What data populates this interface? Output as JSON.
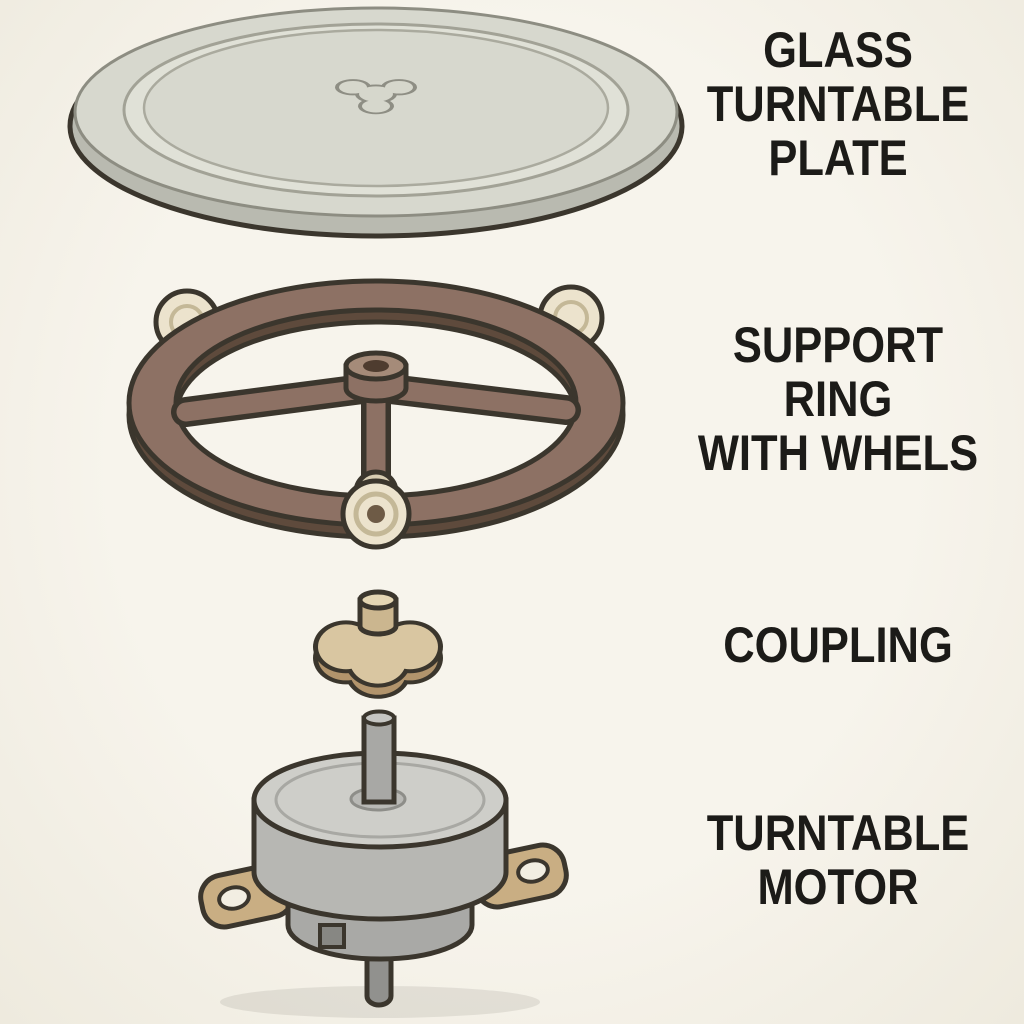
{
  "diagram_title": "",
  "labels": {
    "plate": "GLASS\nTURNTABLE\nPLATE",
    "ring": "SUPPORT\nRING\nWITH WHELS",
    "coupling": "COUPLING",
    "motor": "TURNTABLE\nMOTOR"
  },
  "parts": [
    {
      "id": "glass-turntable-plate",
      "label": "GLASS TURNTABLE PLATE"
    },
    {
      "id": "support-ring-with-whels",
      "label": "SUPPORT RING WITH WHELS"
    },
    {
      "id": "coupling",
      "label": "COUPLING"
    },
    {
      "id": "turntable-motor",
      "label": "TURNTABLE MOTOR"
    }
  ],
  "colors": {
    "background": "#f7f4ec",
    "outline": "#3b362d",
    "text": "#1c1b18",
    "plate": "#d7d8ce",
    "platerim": "#b9bab0",
    "plateinner": "#e0e1d7",
    "ring": "#8d7164",
    "ringshadow": "#5e4a3c",
    "wheel": "#ece3cd",
    "wheelinner": "#c4b897",
    "coupling": "#d9c6a1",
    "couplingside": "#b2946c",
    "couplingstub": "#cbb68f",
    "motor": "#b7b7b3",
    "motortop": "#cecec9",
    "motorlower": "#a9a9a6",
    "shaft": "#a8a8a5",
    "bottomshaft": "#91918e",
    "tab": "#c9ae83",
    "tabhole": "#f2eee2"
  }
}
